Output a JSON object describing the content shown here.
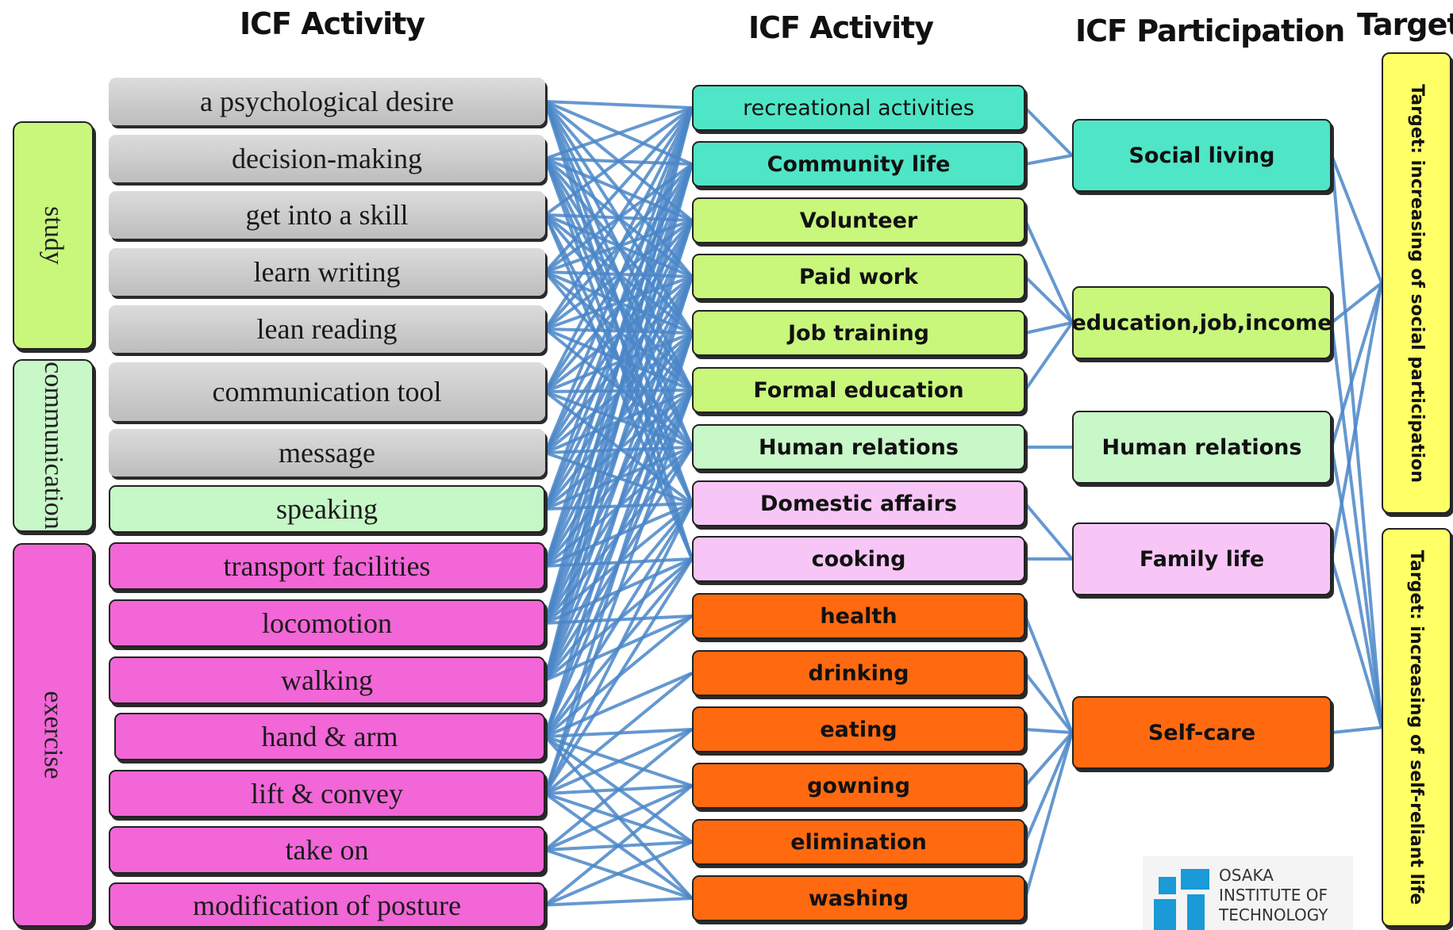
{
  "headings": {
    "col1": "ICF Activity",
    "col2": "ICF Activity",
    "col3": "ICF Participation",
    "col4": "Target"
  },
  "categories": [
    {
      "label": "study",
      "color": "#c8f77c"
    },
    {
      "label": "communication",
      "color": "#c8f7c8"
    },
    {
      "label": "exercise",
      "color": "#f266d7"
    }
  ],
  "activities": [
    {
      "label": "a psychological  desire",
      "group": "study"
    },
    {
      "label": "decision-making",
      "group": "study"
    },
    {
      "label": "get into a skill",
      "group": "study"
    },
    {
      "label": "learn writing",
      "group": "study"
    },
    {
      "label": "lean reading",
      "group": "study"
    },
    {
      "label": "communication tool",
      "group": "communication"
    },
    {
      "label": "message",
      "group": "communication"
    },
    {
      "label": "speaking",
      "group": "communication"
    },
    {
      "label": "transport facilities",
      "group": "exercise"
    },
    {
      "label": "locomotion",
      "group": "exercise"
    },
    {
      "label": "walking",
      "group": "exercise"
    },
    {
      "label": "hand & arm",
      "group": "exercise"
    },
    {
      "label": "lift & convey",
      "group": "exercise"
    },
    {
      "label": "take on",
      "group": "exercise"
    },
    {
      "label": "modification of posture",
      "group": "exercise"
    }
  ],
  "icf_activities": [
    "recreational activities",
    "Community life",
    "Volunteer",
    "Paid work",
    "Job training",
    "Formal education",
    "Human relations",
    "Domestic affairs",
    "cooking",
    "health",
    "drinking",
    "eating",
    "gowning",
    "elimination",
    "washing"
  ],
  "participation": [
    "Social living",
    "education,job,income",
    "Human relations",
    "Family life",
    "Self-care"
  ],
  "targets": [
    "Target: increasing of social participation",
    "Target: increasing of self-reliant life"
  ],
  "links": {
    "activity_to_icf": [
      [
        0,
        0
      ],
      [
        0,
        1
      ],
      [
        0,
        2
      ],
      [
        0,
        3
      ],
      [
        0,
        4
      ],
      [
        0,
        5
      ],
      [
        0,
        6
      ],
      [
        0,
        7
      ],
      [
        0,
        8
      ],
      [
        1,
        0
      ],
      [
        1,
        1
      ],
      [
        1,
        2
      ],
      [
        1,
        3
      ],
      [
        1,
        4
      ],
      [
        1,
        5
      ],
      [
        1,
        6
      ],
      [
        1,
        7
      ],
      [
        1,
        8
      ],
      [
        2,
        0
      ],
      [
        2,
        2
      ],
      [
        2,
        3
      ],
      [
        2,
        4
      ],
      [
        2,
        5
      ],
      [
        2,
        7
      ],
      [
        2,
        8
      ],
      [
        3,
        0
      ],
      [
        3,
        1
      ],
      [
        3,
        2
      ],
      [
        3,
        3
      ],
      [
        3,
        4
      ],
      [
        3,
        5
      ],
      [
        3,
        6
      ],
      [
        4,
        0
      ],
      [
        4,
        1
      ],
      [
        4,
        2
      ],
      [
        4,
        3
      ],
      [
        4,
        4
      ],
      [
        4,
        5
      ],
      [
        4,
        6
      ],
      [
        5,
        0
      ],
      [
        5,
        1
      ],
      [
        5,
        2
      ],
      [
        5,
        3
      ],
      [
        5,
        4
      ],
      [
        5,
        5
      ],
      [
        5,
        6
      ],
      [
        5,
        7
      ],
      [
        6,
        0
      ],
      [
        6,
        1
      ],
      [
        6,
        2
      ],
      [
        6,
        3
      ],
      [
        6,
        4
      ],
      [
        6,
        5
      ],
      [
        6,
        6
      ],
      [
        6,
        7
      ],
      [
        7,
        0
      ],
      [
        7,
        1
      ],
      [
        7,
        2
      ],
      [
        7,
        3
      ],
      [
        7,
        4
      ],
      [
        7,
        5
      ],
      [
        7,
        6
      ],
      [
        7,
        7
      ],
      [
        8,
        0
      ],
      [
        8,
        1
      ],
      [
        8,
        2
      ],
      [
        8,
        3
      ],
      [
        8,
        4
      ],
      [
        8,
        5
      ],
      [
        8,
        6
      ],
      [
        8,
        7
      ],
      [
        8,
        8
      ],
      [
        9,
        0
      ],
      [
        9,
        1
      ],
      [
        9,
        2
      ],
      [
        9,
        3
      ],
      [
        9,
        4
      ],
      [
        9,
        5
      ],
      [
        9,
        6
      ],
      [
        9,
        7
      ],
      [
        9,
        8
      ],
      [
        9,
        9
      ],
      [
        10,
        0
      ],
      [
        10,
        1
      ],
      [
        10,
        2
      ],
      [
        10,
        3
      ],
      [
        10,
        4
      ],
      [
        10,
        5
      ],
      [
        10,
        6
      ],
      [
        10,
        7
      ],
      [
        10,
        8
      ],
      [
        10,
        9
      ],
      [
        11,
        3
      ],
      [
        11,
        4
      ],
      [
        11,
        5
      ],
      [
        11,
        7
      ],
      [
        11,
        8
      ],
      [
        11,
        9
      ],
      [
        11,
        10
      ],
      [
        11,
        11
      ],
      [
        11,
        12
      ],
      [
        11,
        13
      ],
      [
        11,
        14
      ],
      [
        12,
        4
      ],
      [
        12,
        5
      ],
      [
        12,
        7
      ],
      [
        12,
        8
      ],
      [
        12,
        10
      ],
      [
        12,
        11
      ],
      [
        12,
        12
      ],
      [
        12,
        13
      ],
      [
        12,
        14
      ],
      [
        13,
        11
      ],
      [
        13,
        12
      ],
      [
        13,
        13
      ],
      [
        13,
        14
      ],
      [
        14,
        12
      ],
      [
        14,
        13
      ],
      [
        14,
        14
      ]
    ],
    "icf_to_participation": [
      [
        0,
        0
      ],
      [
        1,
        0
      ],
      [
        2,
        1
      ],
      [
        3,
        1
      ],
      [
        4,
        1
      ],
      [
        5,
        1
      ],
      [
        6,
        2
      ],
      [
        7,
        3
      ],
      [
        8,
        3
      ],
      [
        9,
        4
      ],
      [
        10,
        4
      ],
      [
        11,
        4
      ],
      [
        12,
        4
      ],
      [
        13,
        4
      ],
      [
        14,
        4
      ]
    ],
    "participation_to_target": [
      [
        0,
        0
      ],
      [
        1,
        0
      ],
      [
        2,
        0
      ],
      [
        3,
        0
      ],
      [
        0,
        1
      ],
      [
        1,
        1
      ],
      [
        2,
        1
      ],
      [
        3,
        1
      ],
      [
        4,
        1
      ]
    ]
  },
  "colors": {
    "link": "#4a86c8",
    "grey": "#c8c8c8",
    "teal": "#4ee6c6",
    "lime": "#c8f77c",
    "mint": "#c8f7c8",
    "lightpink": "#f7c6f7",
    "orange": "#ff6a10",
    "target": "#ffff66"
  },
  "logo": {
    "text": "OSAKA\nINSTITUTE OF\nTECHNOLOGY"
  }
}
